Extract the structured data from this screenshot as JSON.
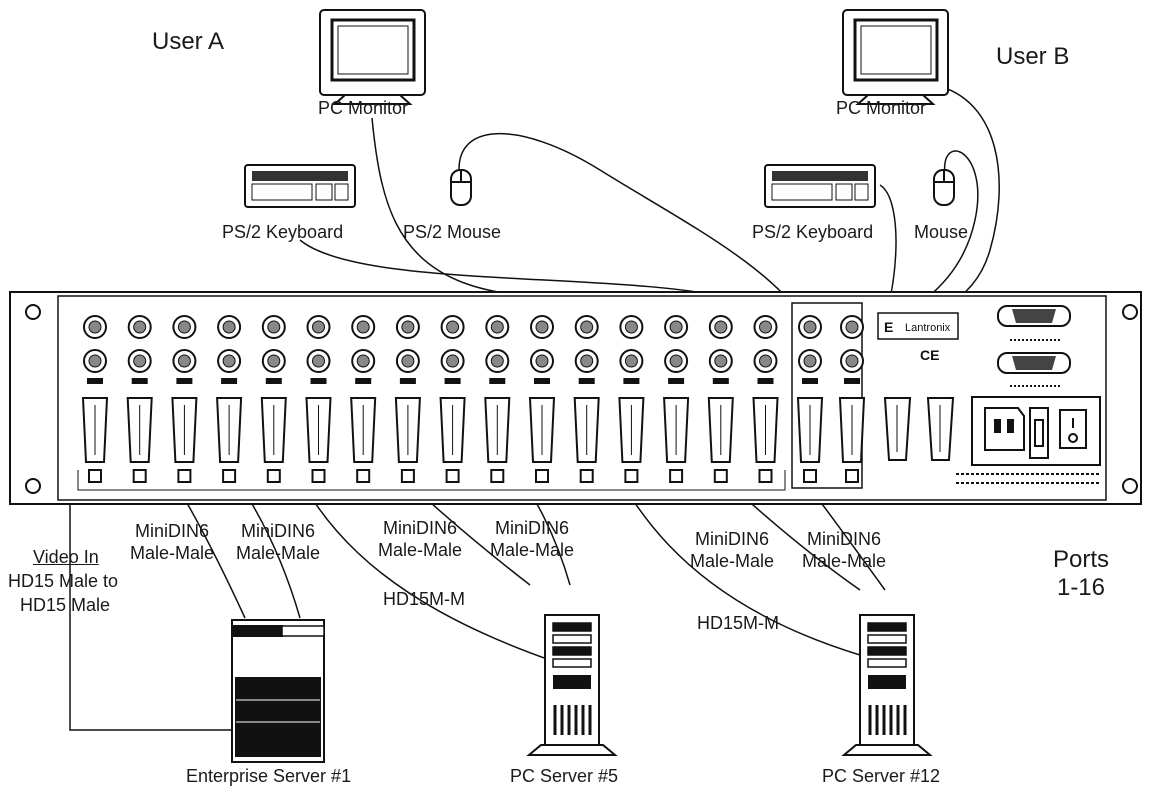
{
  "users": {
    "a": {
      "label": "User A"
    },
    "b": {
      "label": "User B"
    }
  },
  "devices": {
    "monitor_a": "PC Monitor",
    "monitor_b": "PC Monitor",
    "keyboard_a": "PS/2 Keyboard",
    "keyboard_b": "PS/2 Keyboard",
    "mouse_a": "PS/2 Mouse",
    "mouse_b": "Mouse"
  },
  "cables": {
    "video_in_title": "Video In",
    "video_in_line1": "HD15 Male to",
    "video_in_line2": "HD15 Male",
    "minidin": [
      {
        "line1": "MiniDIN6",
        "line2": "Male-Male"
      },
      {
        "line1": "MiniDIN6",
        "line2": "Male-Male"
      },
      {
        "line1": "MiniDIN6",
        "line2": "Male-Male"
      },
      {
        "line1": "MiniDIN6",
        "line2": "Male-Male"
      },
      {
        "line1": "MiniDIN6",
        "line2": "Male-Male"
      },
      {
        "line1": "MiniDIN6",
        "line2": "Male-Male"
      }
    ],
    "hd15_a": "HD15M-M",
    "hd15_b": "HD15M-M"
  },
  "ports": {
    "line1": "Ports",
    "line2": "1-16"
  },
  "servers": {
    "enterprise": "Enterprise Server #1",
    "pc5": "PC Server #5",
    "pc12": "PC Server #12"
  },
  "unit": {
    "port_count": 16,
    "brand": "Lantronix",
    "ce_mark": "CE"
  }
}
